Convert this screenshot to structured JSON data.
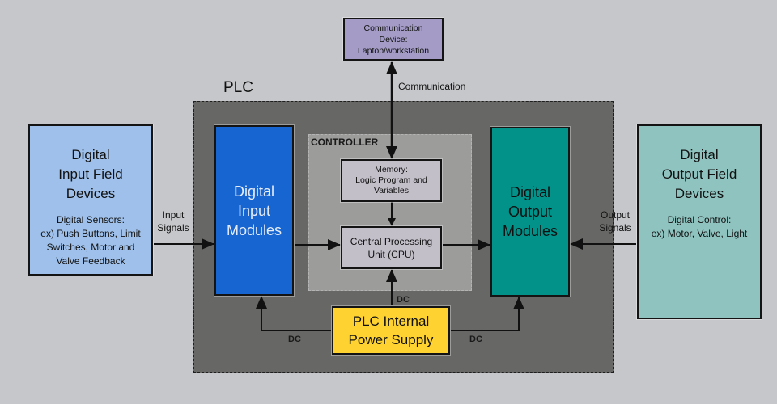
{
  "diagram": {
    "plc_label": "PLC",
    "controller_label": "CONTROLLER",
    "communication_device": {
      "lines": [
        "Communication",
        "Device:",
        "Laptop/workstation"
      ],
      "color": "#a49cc6"
    },
    "input_field_devices": {
      "title_lines": [
        "Digital",
        "Input Field",
        "Devices"
      ],
      "desc_lines": [
        "Digital Sensors:",
        "ex) Push Buttons, Limit",
        "Switches, Motor and",
        "Valve Feedback"
      ],
      "color": "#9ec0ea"
    },
    "output_field_devices": {
      "title_lines": [
        "Digital",
        "Output Field",
        "Devices"
      ],
      "desc_lines": [
        "Digital Control:",
        "ex) Motor, Valve, Light"
      ],
      "color": "#8ec3bf"
    },
    "input_modules": {
      "lines": [
        "Digital",
        "Input",
        "Modules"
      ],
      "color": "#1765d1"
    },
    "output_modules": {
      "lines": [
        "Digital",
        "Output",
        "Modules"
      ],
      "color": "#02928a"
    },
    "memory": {
      "lines": [
        "Memory:",
        "Logic Program and",
        "Variables"
      ]
    },
    "cpu": {
      "lines": [
        "Central Processing",
        "Unit (CPU)"
      ]
    },
    "power_supply": {
      "lines": [
        "PLC Internal",
        "Power Supply"
      ],
      "color": "#fed231"
    },
    "connections": {
      "communication": "Communication",
      "input_signals": [
        "Input",
        "Signals"
      ],
      "output_signals": [
        "Output",
        "Signals"
      ],
      "dc_cpu": "DC",
      "dc_left": "DC",
      "dc_right": "DC"
    }
  }
}
